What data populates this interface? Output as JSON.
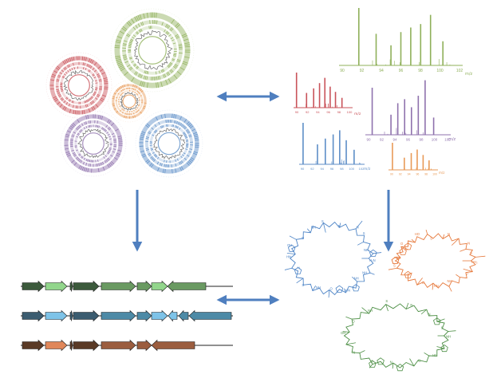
{
  "colors": {
    "green": "#8fb05a",
    "red": "#c9535a",
    "orange": "#e89a57",
    "purple": "#8f72ad",
    "blue": "#5d8ec7",
    "arrow": "#4f7fbf",
    "cluster_dark_green": "#3c5a3c",
    "cluster_green": "#6a9a62",
    "cluster_light_green": "#92d68c",
    "cluster_dark_blue": "#3b5c70",
    "cluster_blue": "#4d8aa6",
    "cluster_light_blue": "#7ec3e8",
    "cluster_dark_brown": "#5a3a26",
    "cluster_brown": "#9b5d3f",
    "cluster_orange": "#e0875a",
    "structure_blue": "#4d84c6",
    "structure_orange": "#e67a3d",
    "structure_green": "#4d8f45"
  },
  "genomes": [
    {
      "name": "green-genome",
      "color": "green"
    },
    {
      "name": "red-genome",
      "color": "red"
    },
    {
      "name": "orange-genome",
      "color": "orange"
    },
    {
      "name": "purple-genome",
      "color": "purple"
    },
    {
      "name": "blue-genome",
      "color": "blue"
    }
  ],
  "spectra": [
    {
      "name": "green-spectrum",
      "color": "green",
      "ticks": [
        "90",
        "92",
        "94",
        "96",
        "98",
        "100",
        "102"
      ],
      "unit": "m/z"
    },
    {
      "name": "red-spectrum",
      "color": "red",
      "ticks": [
        "90",
        "92",
        "94",
        "96",
        "98",
        "100"
      ],
      "unit": "m/z"
    },
    {
      "name": "purple-spectrum",
      "color": "purple",
      "ticks": [
        "90",
        "92",
        "94",
        "96",
        "98",
        "100",
        "102"
      ],
      "unit": "m/z"
    },
    {
      "name": "blue-spectrum",
      "color": "blue",
      "ticks": [
        "90",
        "92",
        "94",
        "96",
        "98",
        "100",
        "102"
      ],
      "unit": "m/z"
    },
    {
      "name": "orange-spectrum",
      "color": "orange",
      "ticks": [
        "90",
        "92",
        "94",
        "96",
        "98",
        "100"
      ],
      "unit": "m/z"
    }
  ],
  "structure_labels": {
    "blue": [
      "H₂N",
      "NH",
      "NH",
      "HN",
      "O",
      "NH",
      "S",
      "N",
      "HN",
      "OH",
      "O",
      "NH",
      "S",
      "N",
      "N",
      "S",
      "NH"
    ],
    "orange": [
      "NH₂",
      "O",
      "NH",
      "HN",
      "O",
      "N",
      "S",
      "NH",
      "O",
      "HO",
      "S",
      "N",
      "N",
      "S"
    ],
    "green": [
      "NH",
      "HN",
      "O",
      "N",
      "S",
      "N",
      "OH",
      "O",
      "NH",
      "S",
      "N",
      "N",
      "S"
    ]
  }
}
